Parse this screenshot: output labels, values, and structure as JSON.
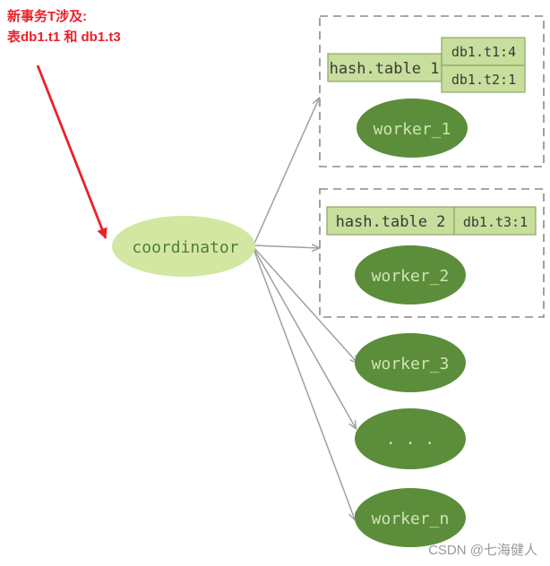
{
  "annotation": {
    "line1": "新事务T涉及:",
    "line2": "表db1.t1 和 db1.t3"
  },
  "coordinator": {
    "label": "coordinator"
  },
  "groups": [
    {
      "table_name": "hash.table 1",
      "entries": [
        "db1.t1:4",
        "db1.t2:1"
      ],
      "worker": "worker_1"
    },
    {
      "table_name": "hash.table 2",
      "entries": [
        "db1.t3:1"
      ],
      "worker": "worker_2"
    }
  ],
  "workers": [
    "worker_3",
    ". . .",
    "worker_n"
  ],
  "watermark": "CSDN @七海健人",
  "colors": {
    "annotation": "#e8222b",
    "coordinator_fill": "#d4e7a2",
    "worker_fill": "#5b8d3b",
    "worker_text": "#cfe5b2",
    "table_fill": "#c8de9c",
    "table_border": "#8aa766",
    "edge": "#a0a0a0",
    "dashed_box": "#8a8a8a"
  }
}
